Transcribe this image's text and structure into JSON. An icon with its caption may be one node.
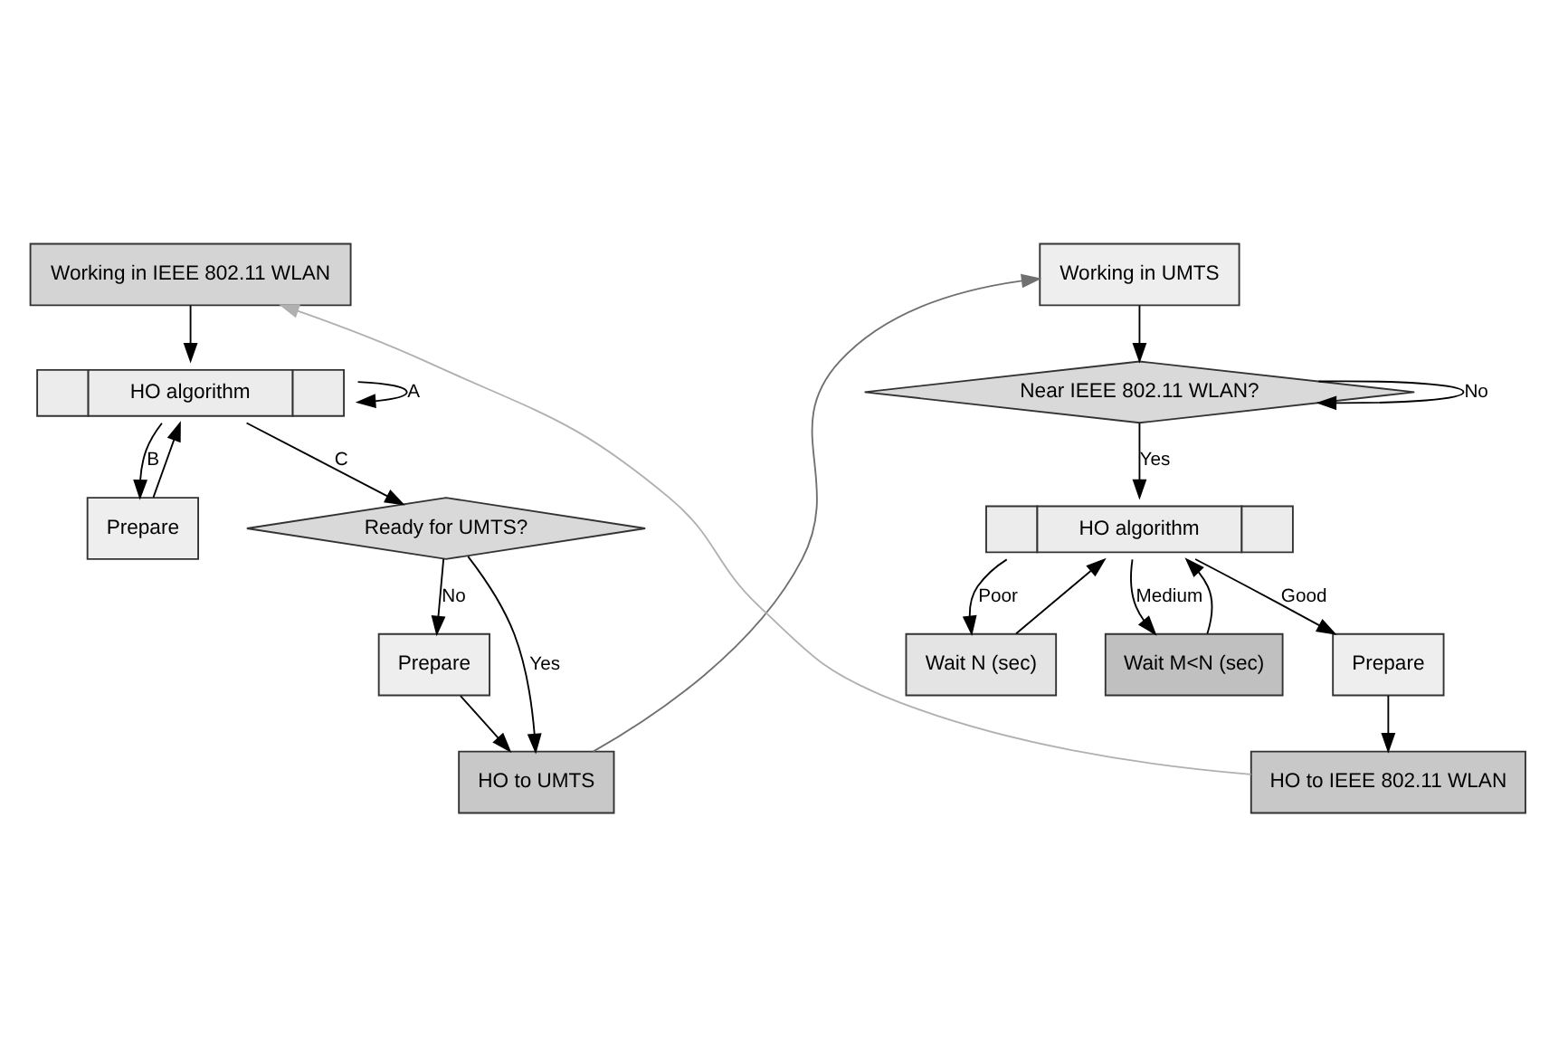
{
  "diagram": {
    "nodes": [
      {
        "text": [
          "Working in IEEE 802.11 WLAN"
        ]
      },
      {
        "text": [
          "HO algorithm"
        ]
      },
      {
        "text": [
          "Prepare"
        ]
      },
      {
        "text": [
          "Ready for UMTS?"
        ]
      },
      {
        "text": [
          "Prepare"
        ]
      },
      {
        "text": [
          "HO to UMTS"
        ]
      },
      {
        "text": [
          "Working in UMTS"
        ]
      },
      {
        "text": [
          "Near IEEE 802.11 WLAN?"
        ]
      },
      {
        "text": [
          "HO algorithm"
        ]
      },
      {
        "text": [
          "Wait N (sec)"
        ]
      },
      {
        "text": [
          "Wait M<N (sec)"
        ]
      },
      {
        "text": [
          "Prepare"
        ]
      },
      {
        "text": [
          "HO to IEEE 802.11 WLAN"
        ]
      }
    ],
    "edges": [
      {
        "from": 0,
        "to": 1,
        "arrow": "to"
      },
      {
        "from": 1,
        "to": 1,
        "arrow": "to",
        "label": "A"
      },
      {
        "from": 1,
        "to": 2,
        "arrow": "to",
        "label": "B"
      },
      {
        "from": 1,
        "to": 3,
        "arrow": "to",
        "label": "C"
      },
      {
        "from": 2,
        "to": 1,
        "arrow": "to"
      },
      {
        "from": 3,
        "to": 4,
        "arrow": "to",
        "label": "No"
      },
      {
        "from": 3,
        "to": 5,
        "arrow": "to",
        "label": "Yes"
      },
      {
        "from": 4,
        "to": 5,
        "arrow": "to"
      },
      {
        "from": 5,
        "to": 6,
        "arrow": "to",
        "color": "#707070"
      },
      {
        "from": 6,
        "to": 7,
        "arrow": "to"
      },
      {
        "from": 7,
        "to": 7,
        "arrow": "to",
        "label": "No"
      },
      {
        "from": 7,
        "to": 8,
        "arrow": "to",
        "label": "Yes"
      },
      {
        "from": 8,
        "to": 9,
        "arrow": "to",
        "label": "Poor"
      },
      {
        "from": 8,
        "to": 10,
        "arrow": "to",
        "label": "Medium"
      },
      {
        "from": 8,
        "to": 11,
        "arrow": "to",
        "label": "Good"
      },
      {
        "from": 9,
        "to": 8,
        "arrow": "to"
      },
      {
        "from": 10,
        "to": 8,
        "arrow": "to"
      },
      {
        "from": 11,
        "to": 12,
        "arrow": "to"
      },
      {
        "from": 12,
        "to": 0,
        "arrow": "to",
        "color": "#b0b0b0"
      }
    ]
  }
}
